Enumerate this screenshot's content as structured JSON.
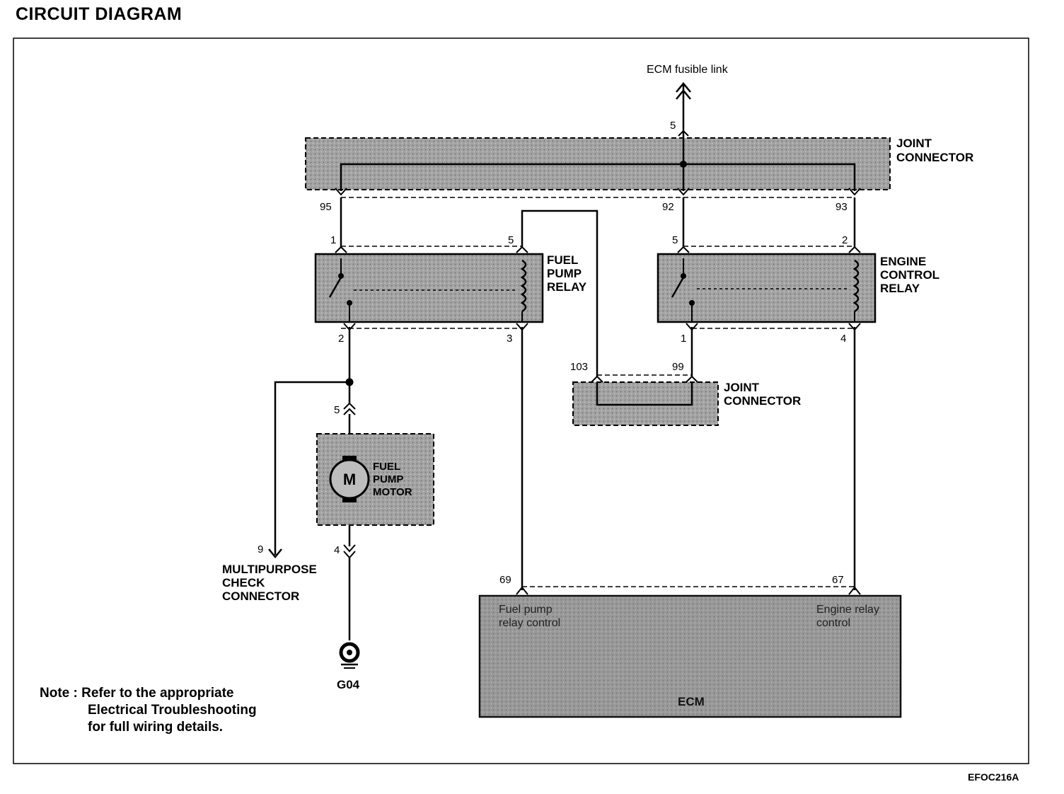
{
  "title": "CIRCUIT DIAGRAM",
  "figure_code": "EFOC216A",
  "note": {
    "line1": "Note : Refer to the appropriate",
    "line2": "Electrical Troubleshooting",
    "line3": "for full wiring details."
  },
  "source": {
    "label": "ECM fusible link",
    "pin": "5"
  },
  "joint_connector_top": {
    "label_line1": "JOINT",
    "label_line2": "CONNECTOR",
    "pins": [
      "95",
      "92",
      "93"
    ]
  },
  "fuel_pump_relay": {
    "label_line1": "FUEL",
    "label_line2": "PUMP",
    "label_line3": "RELAY",
    "pins": {
      "p1": "1",
      "p5": "5",
      "p2": "2",
      "p3": "3"
    }
  },
  "engine_control_relay": {
    "label_line1": "ENGINE",
    "label_line2": "CONTROL",
    "label_line3": "RELAY",
    "pins": {
      "p5": "5",
      "p2": "2",
      "p1": "1",
      "p4": "4"
    }
  },
  "joint_connector_mid": {
    "label_line1": "JOINT",
    "label_line2": "CONNECTOR",
    "pins": [
      "103",
      "99"
    ]
  },
  "fuel_pump_motor": {
    "label_line1": "FUEL",
    "label_line2": "PUMP",
    "label_line3": "MOTOR",
    "symbol": "M",
    "pins": {
      "top": "5",
      "bottom": "4"
    }
  },
  "multipurpose_check_connector": {
    "label_line1": "MULTIPURPOSE",
    "label_line2": "CHECK",
    "label_line3": "CONNECTOR",
    "pin": "9"
  },
  "ground": {
    "label": "G04"
  },
  "ecm": {
    "label": "ECM",
    "fuel_pump_line1": "Fuel pump",
    "fuel_pump_line2": "relay control",
    "engine_relay_line1": "Engine relay",
    "engine_relay_line2": "control",
    "pins": {
      "fuel": "69",
      "engine": "67"
    }
  },
  "colors": {
    "line": "#000000",
    "component_fill": "#9a9a9a",
    "connector_fill": "#b4b4b4",
    "ecm_fill": "#8f8f8f"
  }
}
